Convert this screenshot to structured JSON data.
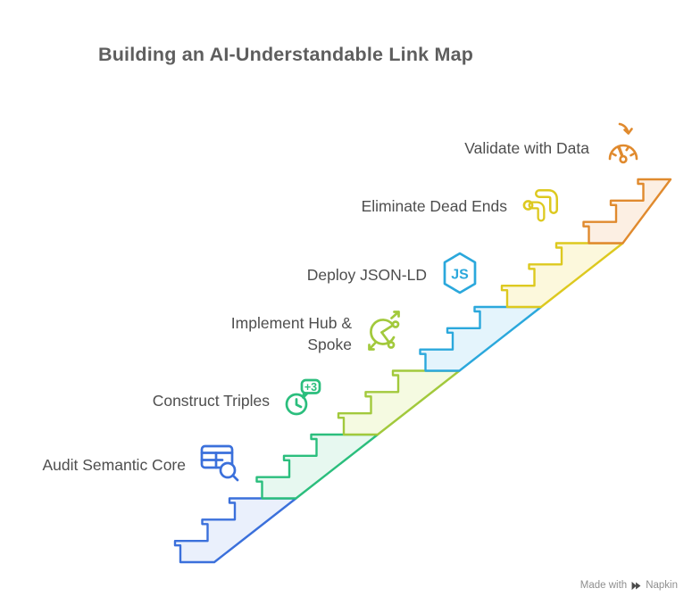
{
  "title": "Building an AI-Understandable Link Map",
  "steps": [
    {
      "label": "Audit Semantic Core",
      "icon": "table-search-icon",
      "color": "#3b70db",
      "fill": "#eaf0fc"
    },
    {
      "label": "Construct Triples",
      "icon": "clock-plus-icon",
      "color": "#2bbe7d",
      "fill": "#e7f8f0",
      "badge": "+3"
    },
    {
      "label": "Implement Hub & Spoke",
      "icon": "hub-spoke-icon",
      "color": "#a2c93c",
      "fill": "#f5fae1"
    },
    {
      "label": "Deploy JSON-LD",
      "icon": "json-hexagon-icon",
      "color": "#2ba8dc",
      "fill": "#e4f4fc",
      "hex_text": "JS"
    },
    {
      "label": "Eliminate Dead Ends",
      "icon": "dead-end-pipes-icon",
      "color": "#ddc91f",
      "fill": "#fcf8dc"
    },
    {
      "label": "Validate with Data",
      "icon": "gauge-icon",
      "color": "#e08a2e",
      "fill": "#fcefe3"
    }
  ],
  "watermark": {
    "prefix": "Made with",
    "brand": "Napkin"
  }
}
